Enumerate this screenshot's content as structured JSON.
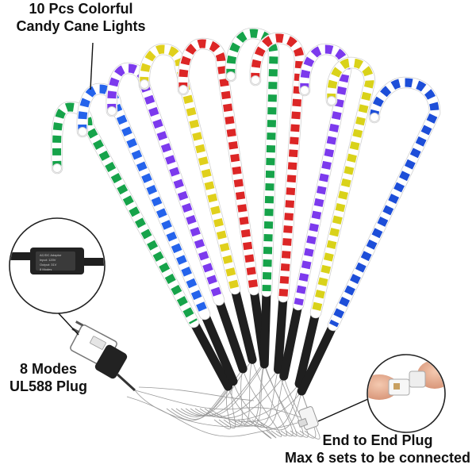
{
  "labels": {
    "top_line1": "10 Pcs Colorful",
    "top_line2": "Candy Cane Lights",
    "modes_line1": "8 Modes",
    "modes_line2": "UL588 Plug",
    "end_line1": "End to End Plug",
    "end_line2": "Max 6 sets to be connected"
  },
  "controller_label_text": [
    "AC/DC Adaptor",
    "Input: 120V",
    "Output: 31V",
    "8 Modes"
  ],
  "canes": [
    {
      "color": "#16a34a"
    },
    {
      "color": "#2563eb"
    },
    {
      "color": "#7c3aed"
    },
    {
      "color": "#e0d01c"
    },
    {
      "color": "#dc2626"
    },
    {
      "color": "#16a34a"
    },
    {
      "color": "#dc2626"
    },
    {
      "color": "#7c3aed"
    },
    {
      "color": "#d9d21a"
    },
    {
      "color": "#1d4ed8"
    }
  ],
  "colors": {
    "stake": "#1f1f1f",
    "wire": "#9a9a9a",
    "controller": "#222222",
    "background": "#ffffff"
  }
}
